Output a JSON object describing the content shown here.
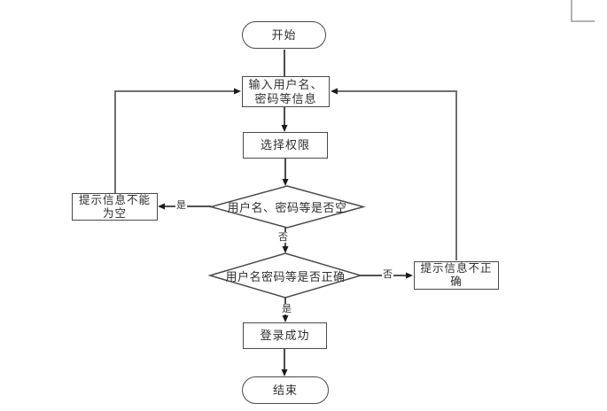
{
  "flowchart": {
    "nodes": {
      "start": {
        "label": "开始",
        "type": "terminator"
      },
      "input_info": {
        "lines": [
          "输入用户名、",
          "密码等信息"
        ],
        "type": "process"
      },
      "select_permission": {
        "label": "选择权限",
        "type": "process"
      },
      "check_empty": {
        "label": "用户名、密码等是否空",
        "type": "decision"
      },
      "prompt_empty": {
        "lines": [
          "提示信息不能",
          "为空"
        ],
        "type": "process"
      },
      "check_correct": {
        "label": "用户名密码等是否正确",
        "type": "decision"
      },
      "prompt_incorrect": {
        "lines": [
          "提示信息不正",
          "确"
        ],
        "type": "process"
      },
      "login_success": {
        "label": "登录成功",
        "type": "process"
      },
      "end": {
        "label": "结束",
        "type": "terminator"
      }
    },
    "edge_labels": {
      "empty_yes": "是",
      "empty_no": "否",
      "correct_yes": "是",
      "correct_no": "否"
    },
    "colors": {
      "shape_border": "#4a4a4a",
      "connector_dark": "#383838",
      "connector_gray": "#6e6e6e",
      "arrowhead": "#1a1a1a",
      "text": "#2e2e2e",
      "page_mark": "#b3b3b3",
      "background": "#ffffff"
    }
  }
}
